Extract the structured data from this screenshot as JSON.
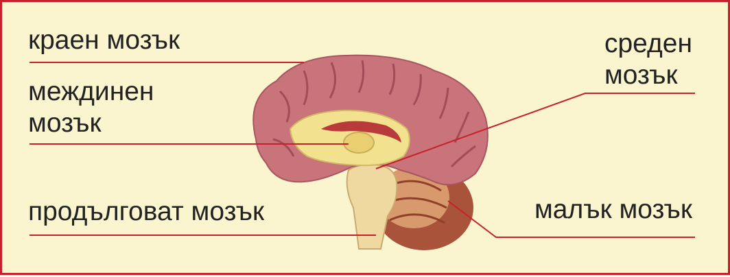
{
  "labels": {
    "kraen": "краен мозък",
    "mezhdinen": "междинен\nмозък",
    "prodalgovat": "продълговат мозък",
    "sreden": "среден\nмозък",
    "malak": "малък мозък"
  },
  "colors": {
    "frame": "#c8202a",
    "background": "#fbf5cf",
    "leader_line": "#c8202a",
    "cortex": "#c9747a",
    "cerebellum": "#a8533a",
    "brainstem": "#f0d9a0",
    "diencephalon": "#f2e18f",
    "corpus_callosum": "#b83a3a"
  }
}
